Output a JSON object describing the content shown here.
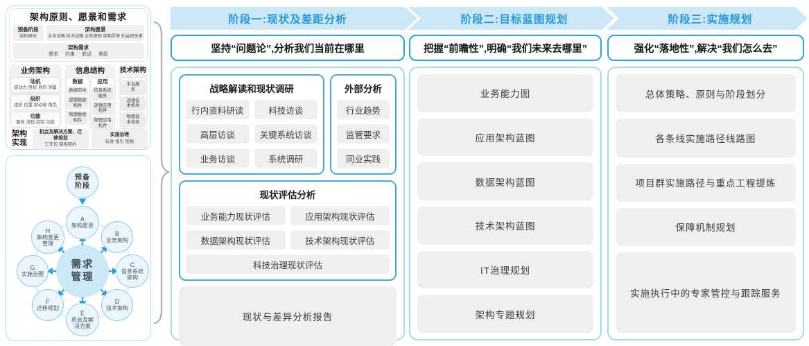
{
  "colors": {
    "accent": "#2ba3dc",
    "band_bg": "#cbe7f8",
    "band_text": "#2598d8",
    "gray_box": "#efefef",
    "panel_border": "#b5ddf2"
  },
  "left_top": {
    "title": "架构原则、愿景和需求",
    "prep_title": "预备阶段",
    "prep_sub": "架构原则",
    "vision_title": "架构愿景",
    "vision_sub": "业务战略 技术战略 业务原则 架构愿景 利益相关者",
    "req_title": "架构需求",
    "req_sub": "需求 约束 假设 差距",
    "business": {
      "title": "业务架构",
      "items": [
        {
          "t": "动机",
          "s": "驱动力 目标 目的 测量"
        },
        {
          "t": "组织",
          "s": "组织 位置 驱动者 角色"
        },
        {
          "t": "功能",
          "s": "服务 流程 控制 功能"
        }
      ]
    },
    "info": {
      "title": "信息结构",
      "data_title": "数据",
      "data_items": [
        "数据实体",
        "逻辑数据构件",
        "物理数据构件"
      ],
      "app_title": "应用",
      "app_items": [
        "信息系统服务",
        "逻辑应用构件",
        "物理应用构件"
      ]
    },
    "tech": {
      "title": "技术架构",
      "items": [
        "平台服务",
        "逻辑技术构件",
        "物理技术构件"
      ]
    },
    "impl_label": "架构实现",
    "impl_boxes": [
      {
        "t": "机会及解决方案、迁移规划",
        "s": "工作包  架构契约"
      },
      {
        "t": "实施治理",
        "s": "标准  指引  规格"
      }
    ]
  },
  "cycle": {
    "prep": "预备阶段",
    "center": "需求管理",
    "nodes": [
      {
        "id": "A",
        "label": "架构愿景"
      },
      {
        "id": "B",
        "label": "业务架构"
      },
      {
        "id": "C",
        "label": "信息系统架构"
      },
      {
        "id": "D",
        "label": "技术架构"
      },
      {
        "id": "E",
        "label": "机会及解决方案"
      },
      {
        "id": "F",
        "label": "迁移规划"
      },
      {
        "id": "G",
        "label": "实施治理"
      },
      {
        "id": "H",
        "label": "架构变更管理"
      }
    ]
  },
  "phases": [
    {
      "header": "阶段一:现状及差距分析",
      "subtitle": "坚持“问题论”,分析我们当前在哪里"
    },
    {
      "header": "阶段二:目标蓝图规划",
      "subtitle": "把握“前瞻性”,明确“我们未来去哪里”"
    },
    {
      "header": "阶段三:实施规划",
      "subtitle": "强化“落地性”,解决“我们怎么去”"
    }
  ],
  "phase1": {
    "strategy_title": "战略解读和现状调研",
    "strategy_items": [
      "行内资料研读",
      "科技访谈",
      "高层访谈",
      "关键系统访谈",
      "业务访谈",
      "系统调研"
    ],
    "external_title": "外部分析",
    "external_items": [
      "行业趋势",
      "监管要求",
      "同业实践"
    ],
    "assess_title": "现状评估分析",
    "assess_items": [
      "业务能力现状评估",
      "应用架构现状评估",
      "数据架构现状评估",
      "技术架构现状评估",
      "科技治理现状评估"
    ],
    "report": "现状与差异分析报告"
  },
  "phase2_items": [
    "业务能力图",
    "应用架构蓝图",
    "数据架构蓝图",
    "技术架构蓝图",
    "IT治理规划",
    "架构专题规划"
  ],
  "phase3_items": [
    "总体策略、原则与阶段划分",
    "各条线实施路径线路图",
    "项目群实施路径与重点工程提炼",
    "保障机制规划",
    "实施执行中的专家管控与跟踪服务"
  ]
}
